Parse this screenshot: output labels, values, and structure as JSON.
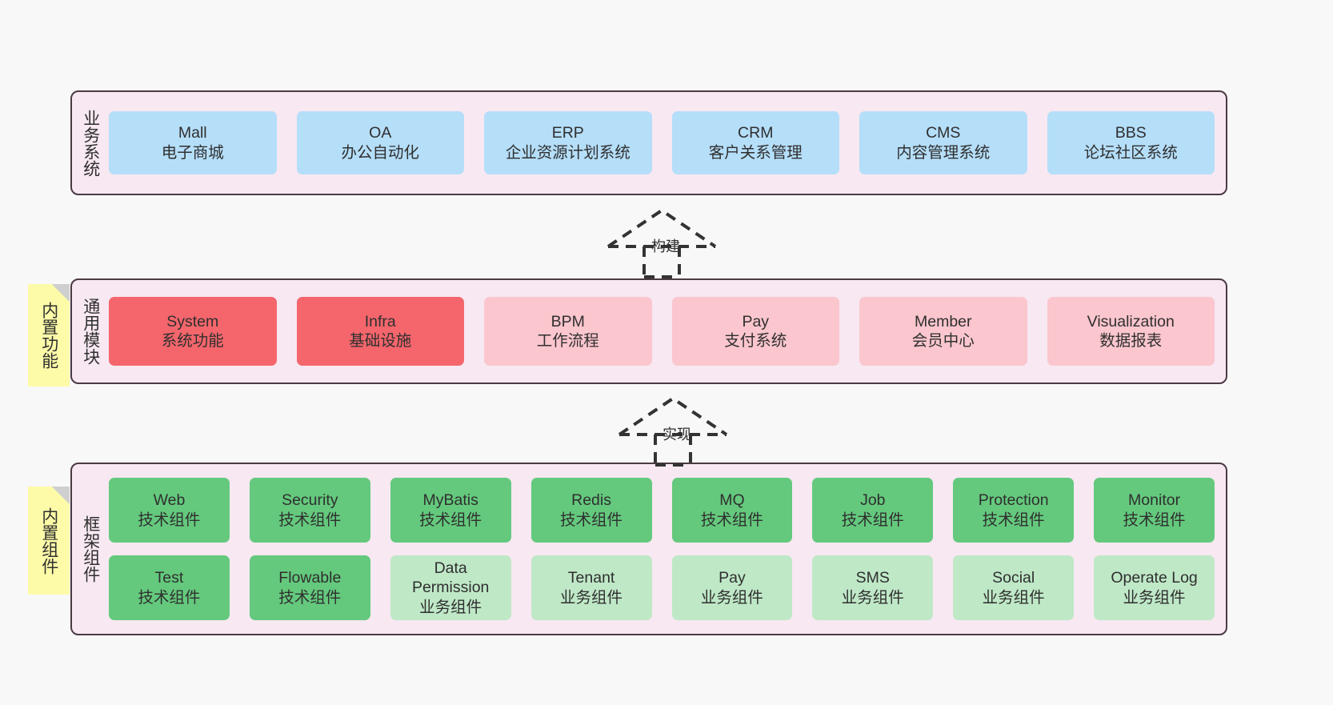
{
  "diagram": {
    "background": "#f8f8f8",
    "layer_bg": "#f7e8f2",
    "layer_border": "#4b3a44"
  },
  "layers": [
    {
      "id": "business",
      "title": "业务系统",
      "color": "#b5def9",
      "rows": [
        [
          {
            "en": "Mall",
            "cn": "电子商城"
          },
          {
            "en": "OA",
            "cn": "办公自动化"
          },
          {
            "en": "ERP",
            "cn": "企业资源计划系统"
          },
          {
            "en": "CRM",
            "cn": "客户关系管理"
          },
          {
            "en": "CMS",
            "cn": "内容管理系统"
          },
          {
            "en": "BBS",
            "cn": "论坛社区系统"
          }
        ]
      ]
    },
    {
      "id": "module",
      "title": "通用模块",
      "rows": [
        [
          {
            "en": "System",
            "cn": "系统功能",
            "color": "#f4666c"
          },
          {
            "en": "Infra",
            "cn": "基础设施",
            "color": "#f4666c"
          },
          {
            "en": "BPM",
            "cn": "工作流程",
            "color": "#fbc6cd"
          },
          {
            "en": "Pay",
            "cn": "支付系统",
            "color": "#fbc6cd"
          },
          {
            "en": "Member",
            "cn": "会员中心",
            "color": "#fbc6cd"
          },
          {
            "en": "Visualization",
            "cn": "数据报表",
            "color": "#fbc6cd"
          }
        ]
      ]
    },
    {
      "id": "framework",
      "title": "框架组件",
      "rows": [
        [
          {
            "en": "Web",
            "cn": "技术组件",
            "color": "#64c97d"
          },
          {
            "en": "Security",
            "cn": "技术组件",
            "color": "#64c97d"
          },
          {
            "en": "MyBatis",
            "cn": "技术组件",
            "color": "#64c97d"
          },
          {
            "en": "Redis",
            "cn": "技术组件",
            "color": "#64c97d"
          },
          {
            "en": "MQ",
            "cn": "技术组件",
            "color": "#64c97d"
          },
          {
            "en": "Job",
            "cn": "技术组件",
            "color": "#64c97d"
          },
          {
            "en": "Protection",
            "cn": "技术组件",
            "color": "#64c97d"
          },
          {
            "en": "Monitor",
            "cn": "技术组件",
            "color": "#64c97d"
          }
        ],
        [
          {
            "en": "Test",
            "cn": "技术组件",
            "color": "#64c97d"
          },
          {
            "en": "Flowable",
            "cn": "技术组件",
            "color": "#64c97d"
          },
          {
            "en": "Data Permission",
            "cn": "业务组件",
            "color": "#bfe8c7"
          },
          {
            "en": "Tenant",
            "cn": "业务组件",
            "color": "#bfe8c7"
          },
          {
            "en": "Pay",
            "cn": "业务组件",
            "color": "#bfe8c7"
          },
          {
            "en": "SMS",
            "cn": "业务组件",
            "color": "#bfe8c7"
          },
          {
            "en": "Social",
            "cn": "业务组件",
            "color": "#bfe8c7"
          },
          {
            "en": "Operate Log",
            "cn": "业务组件",
            "color": "#bfe8c7"
          }
        ]
      ]
    }
  ],
  "stickies": [
    {
      "id": "builtin-function",
      "text": "内置功能"
    },
    {
      "id": "builtin-component",
      "text": "内置组件"
    }
  ],
  "arrows": [
    {
      "id": "build",
      "label": "构建"
    },
    {
      "id": "implement",
      "label": "实现"
    }
  ]
}
